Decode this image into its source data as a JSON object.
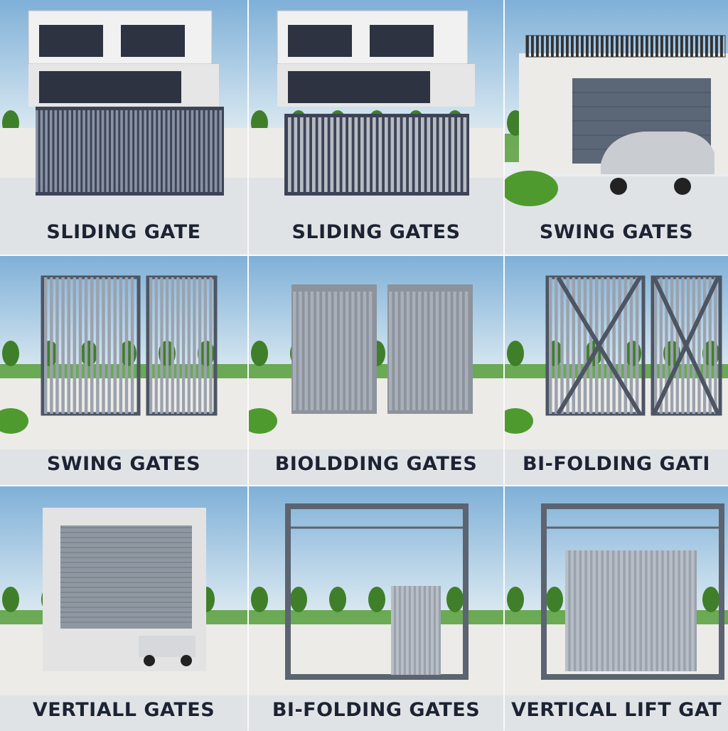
{
  "panels": [
    {
      "label": "SLIDING GATE",
      "scene": "house-sliding"
    },
    {
      "label": "SLIDING GATES",
      "scene": "house-sliding-vertical-bars"
    },
    {
      "label": "SWING GATES",
      "scene": "garage-car"
    },
    {
      "label": "SWING GATES",
      "scene": "swing"
    },
    {
      "label": "BIOLDDING GATES",
      "scene": "swing-arched"
    },
    {
      "label": "BI-FOLDING GATI",
      "scene": "bifold-cross"
    },
    {
      "label": "VERTIALL GATES",
      "scene": "rollup-truck"
    },
    {
      "label": "BI-FOLDING GATES",
      "scene": "frame-lift"
    },
    {
      "label": "VERTICAL LIFT GAT",
      "scene": "frame-lift-2"
    }
  ],
  "colors": {
    "sky": "#7fb0d8",
    "grass": "#4f9a2e",
    "gate": "#6b7280",
    "wall": "#ecebe8",
    "text": "#1c2333"
  }
}
